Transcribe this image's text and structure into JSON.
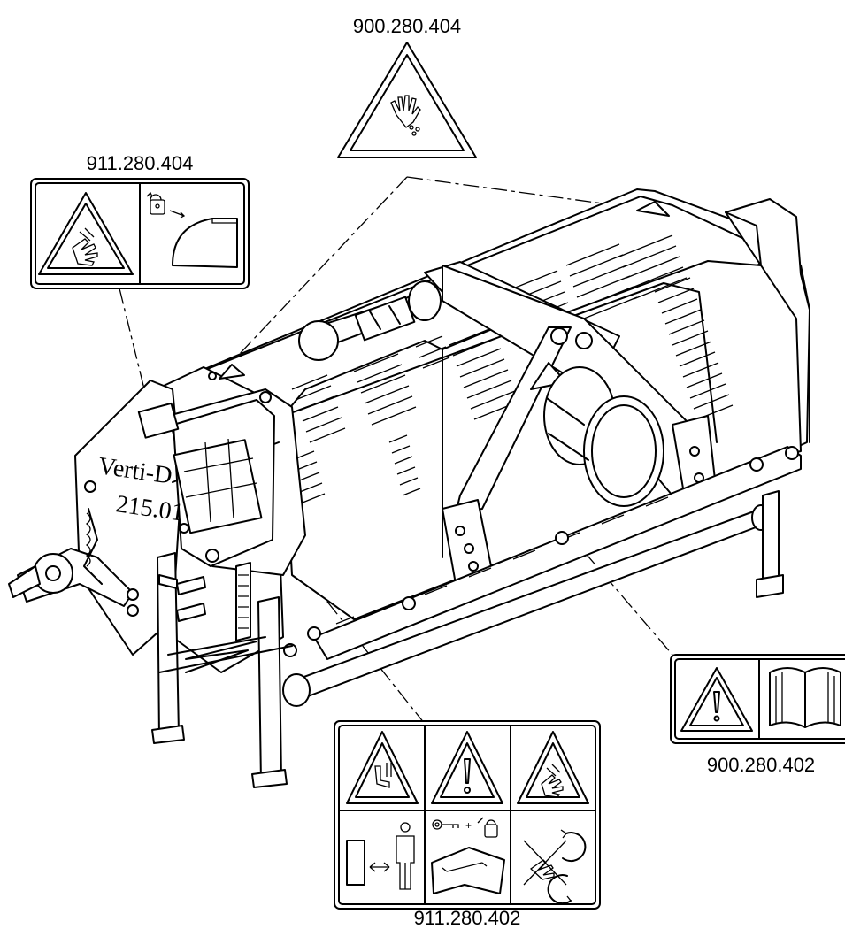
{
  "labels": {
    "top": "900.280.404",
    "upper_left": "911.280.404",
    "right": "900.280.402",
    "bottom": "911.280.402"
  },
  "machine_decal": {
    "line1": "Verti-D",
    "line2": "215.01"
  },
  "icons": {
    "top_decal": [
      "hand-warning-triangle-icon"
    ],
    "upper_left_decal": [
      "hand-crush-warning-icon",
      "padlock-guard-icon"
    ],
    "right_decal": [
      "exclamation-warning-icon",
      "manual-book-icon"
    ],
    "bottom_decal": [
      "foot-hazard-warning-icon",
      "exclamation-warning-icon",
      "hand-crush-warning-icon",
      "keep-distance-person-icon",
      "key-tools-manual-icon",
      "no-hands-rotating-icon"
    ]
  }
}
